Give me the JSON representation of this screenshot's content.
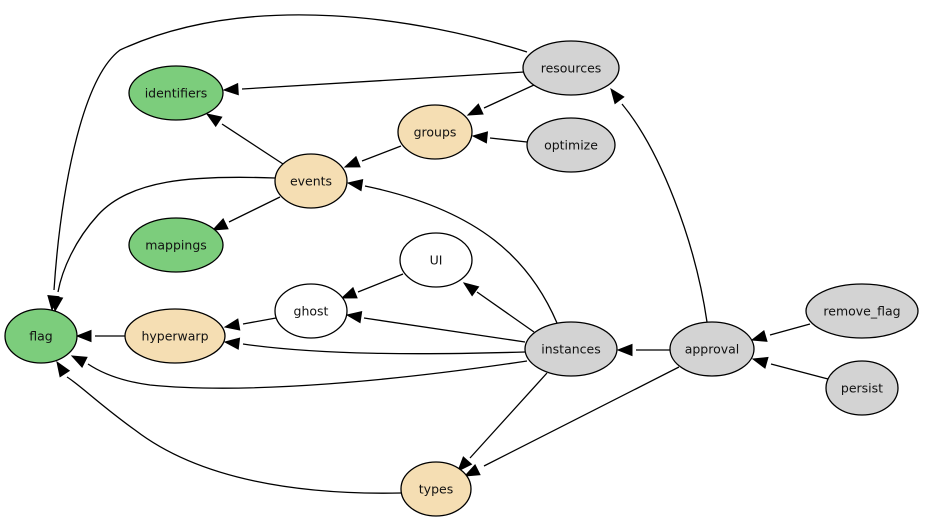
{
  "diagram": {
    "type": "directed-graph",
    "palette": {
      "green": "#7ccd7c",
      "tan": "#f5deb3",
      "gray": "#d3d3d3",
      "white": "#ffffff",
      "stroke": "#000000"
    },
    "nodes": [
      {
        "id": "flag",
        "label": "flag",
        "color": "green"
      },
      {
        "id": "identifiers",
        "label": "identifiers",
        "color": "green"
      },
      {
        "id": "mappings",
        "label": "mappings",
        "color": "green"
      },
      {
        "id": "events",
        "label": "events",
        "color": "tan"
      },
      {
        "id": "groups",
        "label": "groups",
        "color": "tan"
      },
      {
        "id": "hyperwarp",
        "label": "hyperwarp",
        "color": "tan"
      },
      {
        "id": "types",
        "label": "types",
        "color": "tan"
      },
      {
        "id": "ghost",
        "label": "ghost",
        "color": "white"
      },
      {
        "id": "UI",
        "label": "UI",
        "color": "white"
      },
      {
        "id": "resources",
        "label": "resources",
        "color": "gray"
      },
      {
        "id": "optimize",
        "label": "optimize",
        "color": "gray"
      },
      {
        "id": "instances",
        "label": "instances",
        "color": "gray"
      },
      {
        "id": "approval",
        "label": "approval",
        "color": "gray"
      },
      {
        "id": "remove_flag",
        "label": "remove_flag",
        "color": "gray"
      },
      {
        "id": "persist",
        "label": "persist",
        "color": "gray"
      }
    ],
    "edges": [
      {
        "from": "resources",
        "to": "flag"
      },
      {
        "from": "resources",
        "to": "identifiers"
      },
      {
        "from": "resources",
        "to": "groups"
      },
      {
        "from": "optimize",
        "to": "groups"
      },
      {
        "from": "groups",
        "to": "events"
      },
      {
        "from": "events",
        "to": "identifiers"
      },
      {
        "from": "events",
        "to": "mappings"
      },
      {
        "from": "events",
        "to": "flag"
      },
      {
        "from": "instances",
        "to": "events"
      },
      {
        "from": "instances",
        "to": "UI"
      },
      {
        "from": "UI",
        "to": "ghost"
      },
      {
        "from": "instances",
        "to": "ghost"
      },
      {
        "from": "ghost",
        "to": "hyperwarp"
      },
      {
        "from": "instances",
        "to": "hyperwarp"
      },
      {
        "from": "hyperwarp",
        "to": "flag"
      },
      {
        "from": "instances",
        "to": "flag"
      },
      {
        "from": "instances",
        "to": "types"
      },
      {
        "from": "types",
        "to": "flag"
      },
      {
        "from": "approval",
        "to": "instances"
      },
      {
        "from": "approval",
        "to": "resources"
      },
      {
        "from": "approval",
        "to": "types"
      },
      {
        "from": "remove_flag",
        "to": "approval"
      },
      {
        "from": "persist",
        "to": "approval"
      }
    ]
  }
}
